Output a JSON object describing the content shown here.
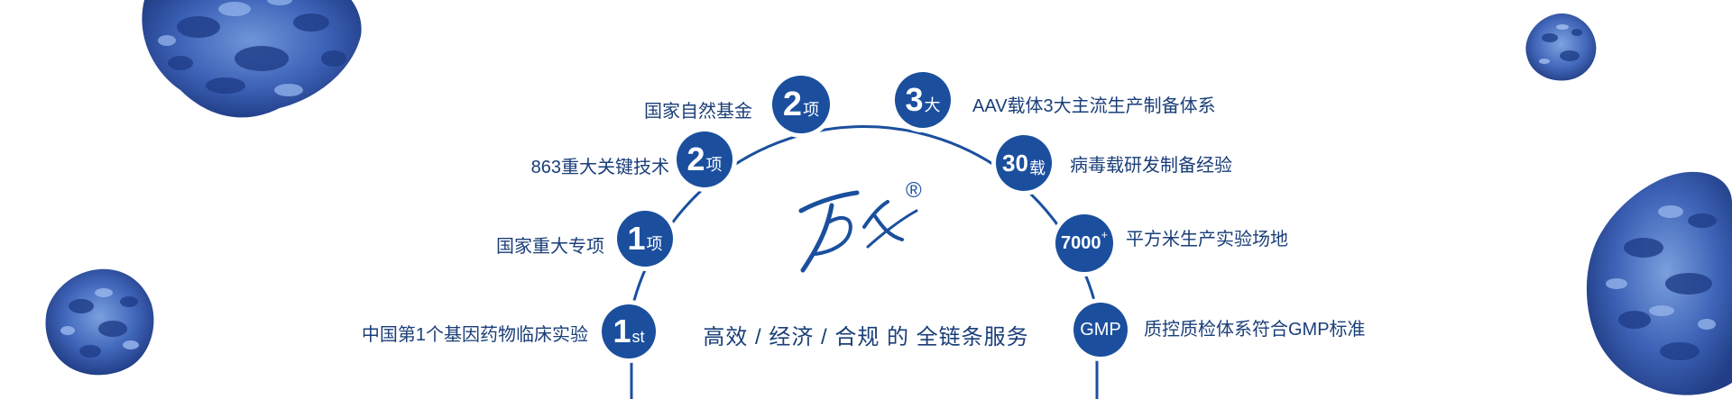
{
  "brand": {
    "registered_mark": "®",
    "tagline": "高效 / 经济 / 合规 的 全链条服务",
    "color": "#1b4f9e"
  },
  "icons": [
    "virus-particle-icon",
    "brand-logo-icon"
  ],
  "left_items": [
    {
      "badge_num": "1",
      "badge_unit": "st",
      "label": "中国第1个基因药物临床实验"
    },
    {
      "badge_num": "1",
      "badge_unit": "项",
      "label": "国家重大专项"
    },
    {
      "badge_num": "2",
      "badge_unit": "项",
      "label": "863重大关键技术"
    },
    {
      "badge_num": "2",
      "badge_unit": "项",
      "label": "国家自然基金"
    }
  ],
  "right_items": [
    {
      "badge_num": "3",
      "badge_unit": "大",
      "label": "AAV载体3大主流生产制备体系"
    },
    {
      "badge_num": "30",
      "badge_unit": "载",
      "label": "病毒载研发制备经验"
    },
    {
      "badge_num": "7000",
      "badge_sup": "+",
      "label": "平方米生产实验场地"
    },
    {
      "badge_num": "GMP",
      "label": "质控质检体系符合GMP标准"
    }
  ]
}
